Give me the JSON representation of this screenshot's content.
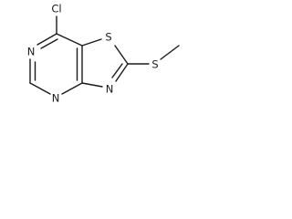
{
  "molecule": {
    "atoms": {
      "chlorine": "Cl",
      "ring_sulfur": "S",
      "thioether_sulfur": "S",
      "n1": "N",
      "n3": "N",
      "n_thiazole": "N"
    },
    "colors": {
      "bond": "#1a1a1a",
      "label": "#1a1a1a",
      "background": "#ffffff"
    }
  }
}
